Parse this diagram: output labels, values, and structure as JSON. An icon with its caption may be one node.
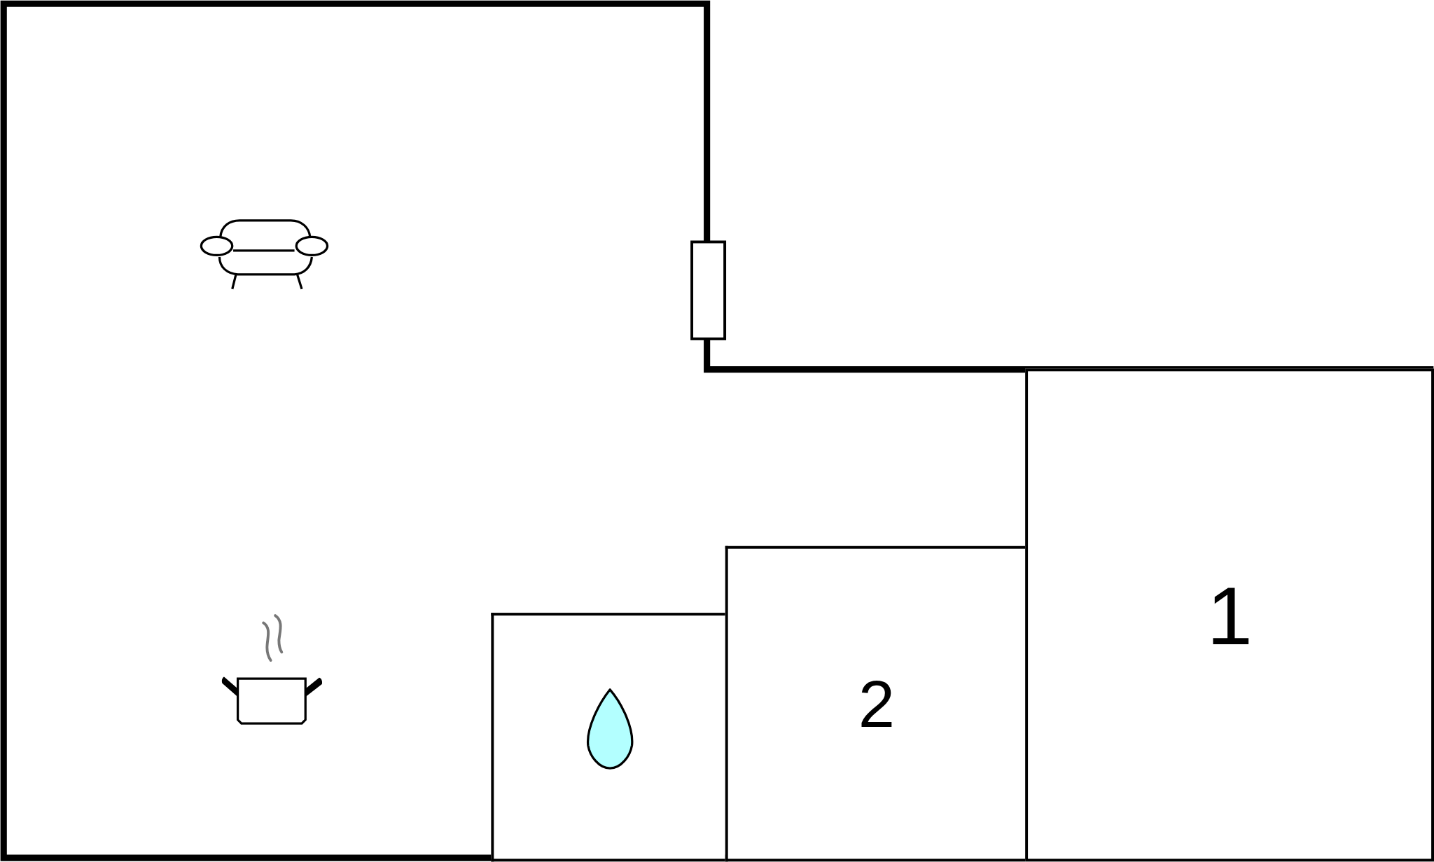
{
  "diagram": {
    "nodes": [
      {
        "text": [],
        "shape": "box"
      },
      {
        "text": [
          "2"
        ]
      },
      {
        "text": [
          "1"
        ]
      }
    ]
  }
}
